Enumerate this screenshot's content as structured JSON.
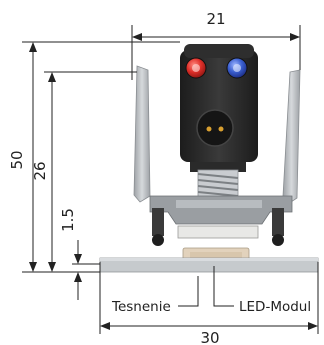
{
  "dimensions": {
    "top_width": "21",
    "total_height": "50",
    "body_height": "26",
    "gap_height": "1.5",
    "bottom_width": "30"
  },
  "labels": {
    "seal": "Tesnenie",
    "led": "LED-Modul"
  },
  "colors": {
    "red_lamp": "#e0302a",
    "blue_lamp": "#3a5fd0",
    "amber_contact": "#d9a030",
    "housing_dark": "#2a2a2a",
    "housing_gray": "#b8bcc0"
  }
}
